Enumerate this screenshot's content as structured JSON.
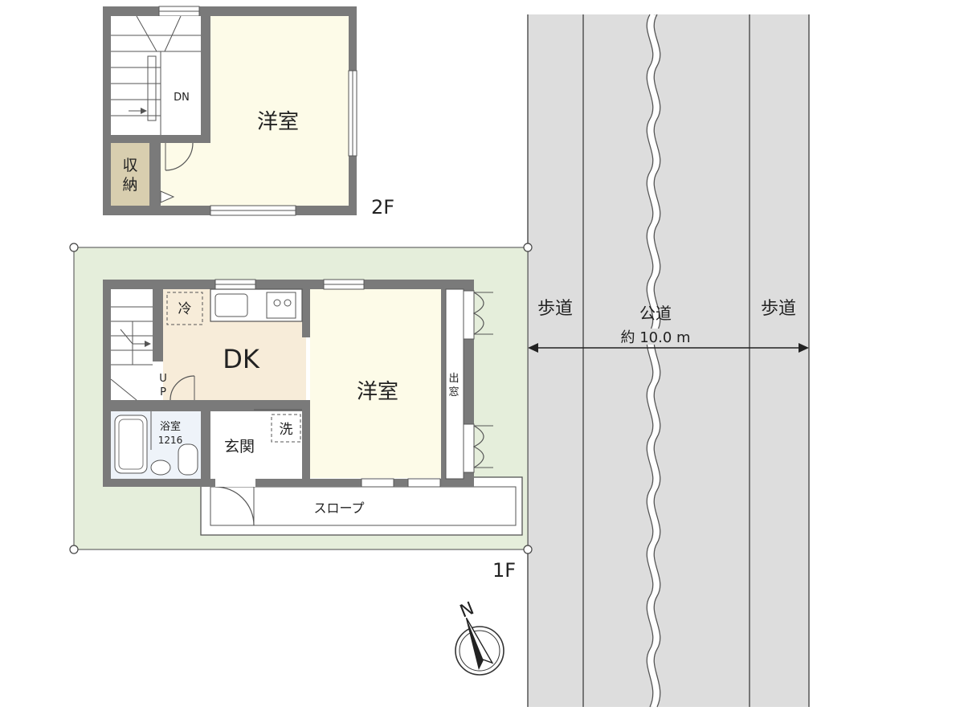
{
  "floor2": {
    "label": "2F",
    "room_western": "洋室",
    "storage_line1": "収",
    "storage_line2": "納",
    "stair_dir": "DN"
  },
  "floor1": {
    "label": "1F",
    "dk": "DK",
    "room_western": "洋室",
    "fridge": "冷",
    "washer": "洗",
    "bath_line1": "浴室",
    "bath_line2": "1216",
    "entrance": "玄関",
    "bay_window_line1": "出",
    "bay_window_line2": "窓",
    "stair_dir_line1": "U",
    "stair_dir_line2": "P",
    "slope": "スロープ"
  },
  "road": {
    "sidewalk_left": "歩道",
    "public_road": "公道",
    "sidewalk_right": "歩道",
    "width": "約 10.0 m"
  },
  "compass": {
    "north": "N"
  },
  "colors": {
    "site": "#e5eedb",
    "dk_floor": "#f7ecd9",
    "room_floor": "#fdfbe8",
    "storage": "#d8ceaf",
    "bath_floor": "#eef3f9",
    "road": "#dddddd",
    "wall": "#7a7a7a"
  }
}
